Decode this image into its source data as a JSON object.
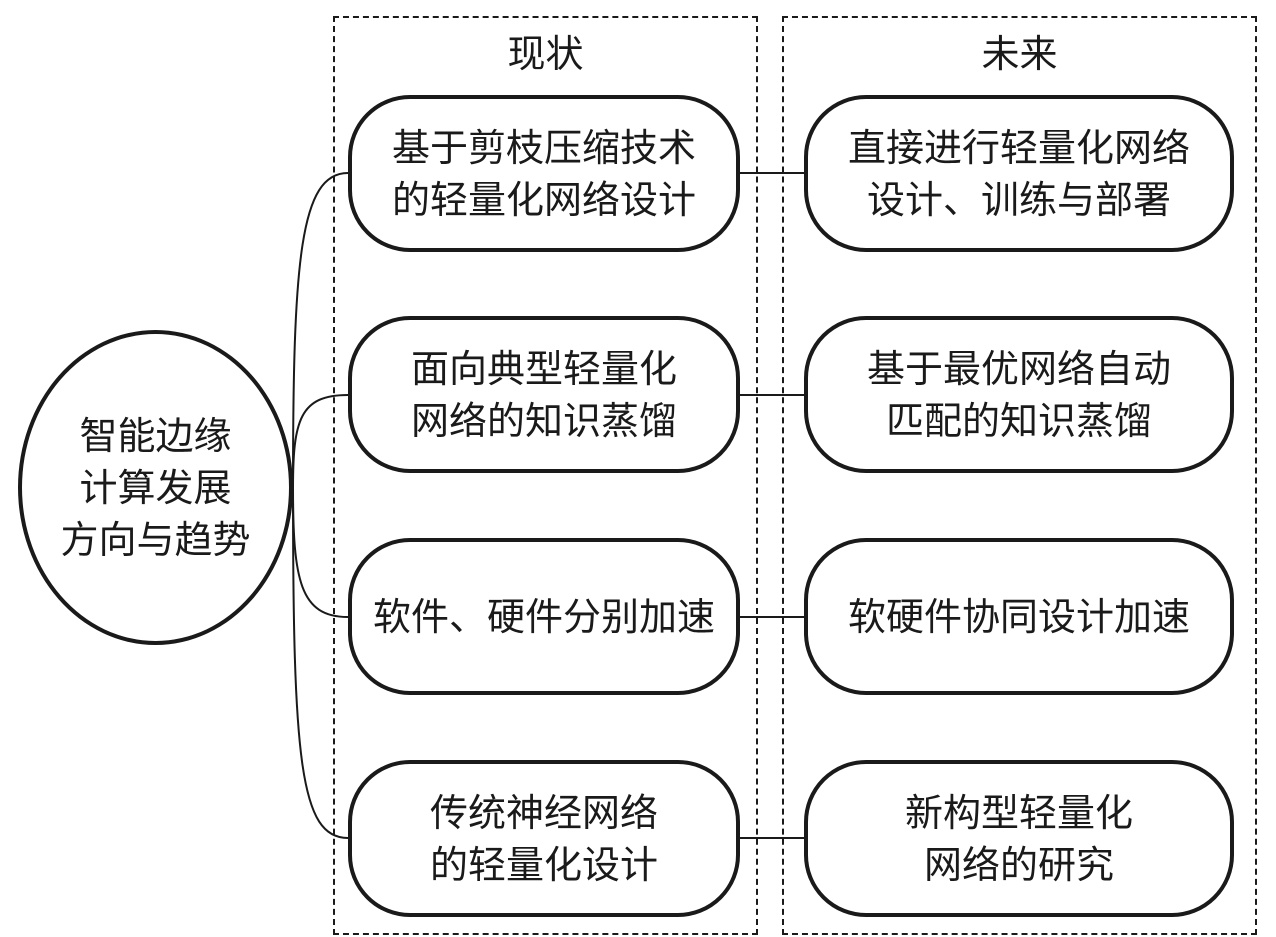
{
  "center_node": {
    "label": "智能边缘\n计算发展\n方向与趋势"
  },
  "columns": {
    "current": {
      "heading": "现状"
    },
    "future": {
      "heading": "未来"
    }
  },
  "rows": [
    {
      "current": "基于剪枝压缩技术\n的轻量化网络设计",
      "future": "直接进行轻量化网络\n设计、训练与部署"
    },
    {
      "current": "面向典型轻量化\n网络的知识蒸馏",
      "future": "基于最优网络自动\n匹配的知识蒸馏"
    },
    {
      "current": "软件、硬件分别加速",
      "future": "软硬件协同设计加速"
    },
    {
      "current": "传统神经网络\n的轻量化设计",
      "future": "新构型轻量化\n网络的研究"
    }
  ],
  "colors": {
    "line": "#1a1a1a",
    "background": "#ffffff"
  }
}
